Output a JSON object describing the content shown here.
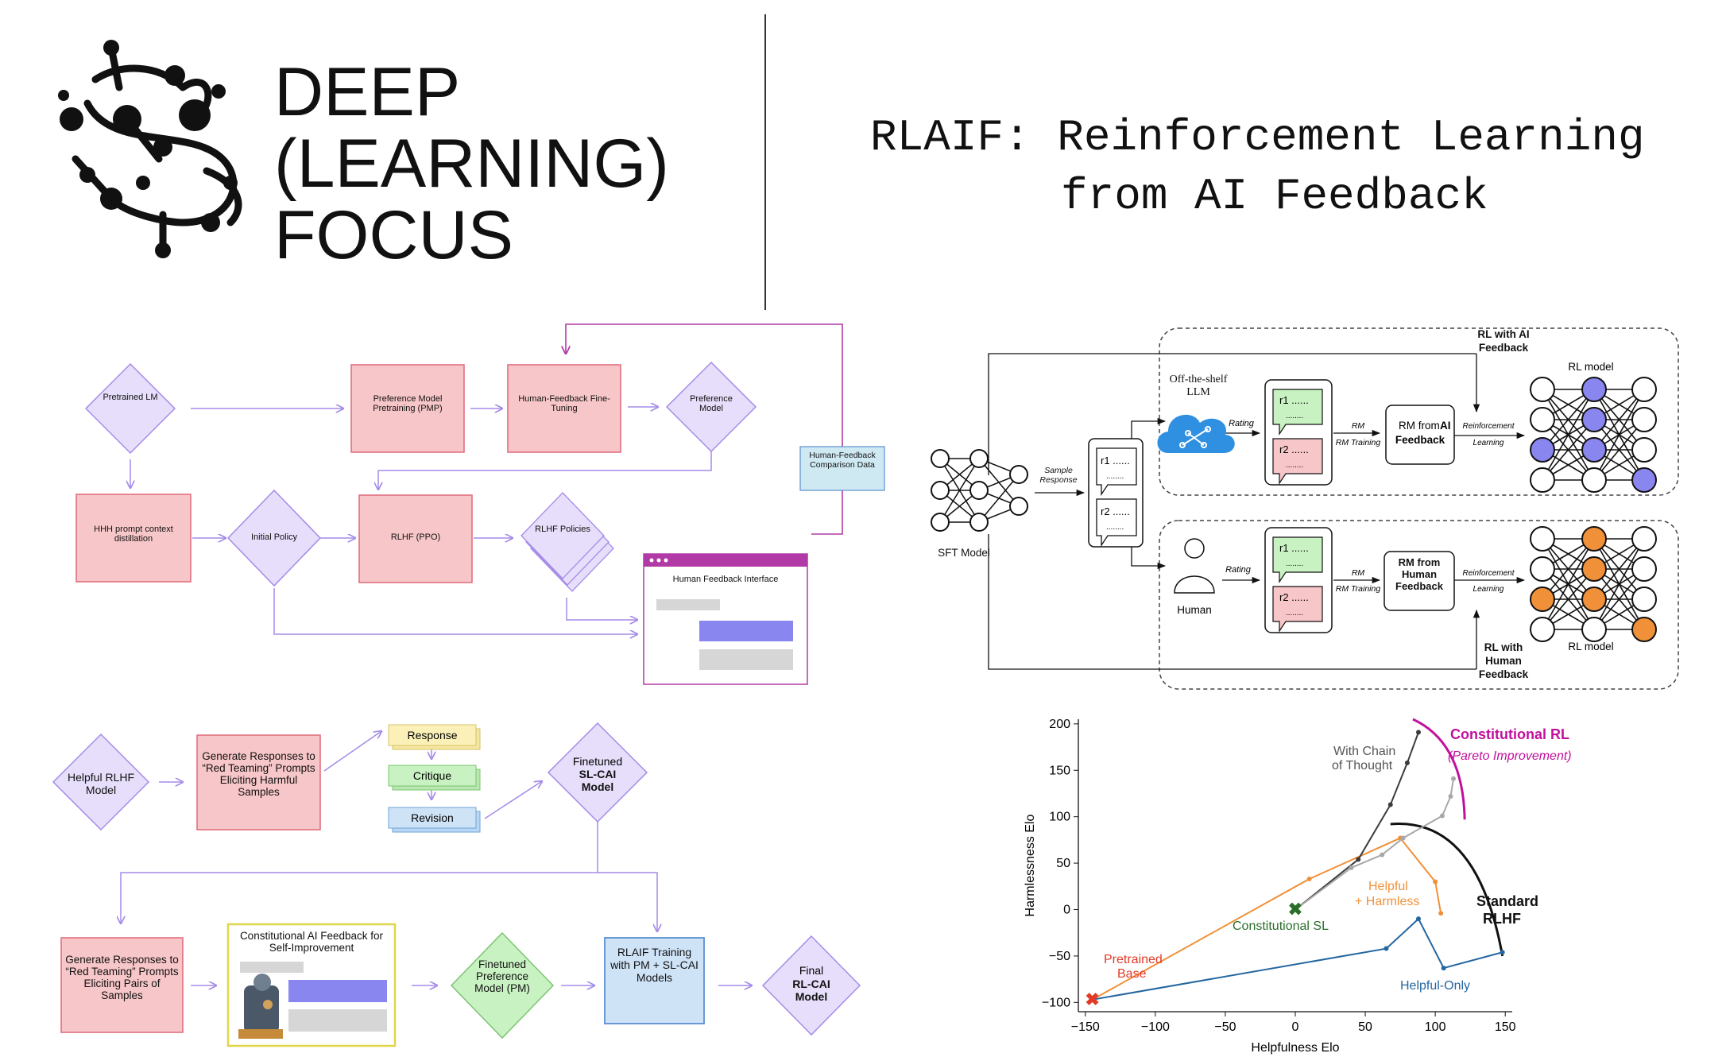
{
  "brand": {
    "line1": "DEEP",
    "line2": "(LEARNING)",
    "line3": "FOCUS"
  },
  "title": {
    "line1": "RLAIF: Reinforcement Learning",
    "line2": "from AI Feedback"
  },
  "rlhf_diagram": {
    "pretrained_lm": "Pretrained LM",
    "pmp": "Preference Model Pretraining (PMP)",
    "hf_finetuning": "Human-Feedback Fine-Tuning",
    "preference_model": "Preference Model",
    "comparison_data": "Human-Feedback Comparison Data",
    "hhh": "HHH prompt context distillation",
    "initial_policy": "Initial Policy",
    "rlhf_ppo": "RLHF (PPO)",
    "rlhf_policies": "RLHF Policies",
    "hf_interface": "Human Feedback Interface"
  },
  "cai_diagram": {
    "helpful_rlhf": "Helpful RLHF Model",
    "generate_red": "Generate Responses to “Red Teaming” Prompts Eliciting Harmful Samples",
    "response": "Response",
    "critique": "Critique",
    "revision": "Revision",
    "finetuned_sl": "Finetuned",
    "finetuned_sl_bold": "SL-CAI Model",
    "generate_pairs": "Generate Responses to “Red Teaming” Prompts Eliciting Pairs of Samples",
    "cai_feedback": "Constitutional AI Feedback for Self-Improvement",
    "finetuned_pm": "Finetuned Preference Model (PM)",
    "rlaif_training": "RLAIF Training with PM + SL-CAI Models",
    "final": "Final",
    "final_bold": "RL-CAI Model"
  },
  "rlaif_diagram": {
    "sft_model": "SFT Model",
    "sample_response": "Sample Response",
    "r1": "r1 ......",
    "r2": "r2 ......",
    "dots": "........",
    "off_shelf": "Off-the-shelf LLM",
    "human": "Human",
    "rating": "Rating",
    "rm_training": "RM Training",
    "rm_ai_a": "RM from",
    "rm_ai_b": "AI",
    "rm_ai_c": "Feedback",
    "rm_human": "RM from Human Feedback",
    "reinforcement": "Reinforcement",
    "learning": "Learning",
    "rl_ai": "RL with AI Feedback",
    "rl_human": "RL with Human Feedback",
    "rl_model": "RL model"
  },
  "colors": {
    "purple_fill": "#e6defa",
    "purple_stroke": "#a58be8",
    "red_fill": "#f7c6c8",
    "red_stroke": "#e0697a",
    "blue_fill": "#cfe3f7",
    "blue_stroke": "#5b8fd0",
    "yellow_fill": "#fbf1b8",
    "green_fill": "#c9f2c2",
    "magenta": "#c2109c",
    "orange": "#f0913a",
    "navy": "#2467a0",
    "gray": "#a8a8a8",
    "dark": "#3c3c3c",
    "node_purple": "#8a86f0"
  },
  "chart_data": {
    "type": "line",
    "xlabel": "Helpfulness Elo",
    "ylabel": "Harmlessness Elo",
    "xlim": [
      -155,
      155
    ],
    "ylim": [
      -110,
      205
    ],
    "xticks": [
      -150,
      -100,
      -50,
      0,
      50,
      100,
      150
    ],
    "yticks": [
      -100,
      -50,
      0,
      50,
      100,
      150,
      200
    ],
    "grid": false,
    "series": [
      {
        "name": "Helpful-Only",
        "color": "#2467a0",
        "points": [
          [
            -145,
            -97
          ],
          [
            65,
            -42
          ],
          [
            88,
            -10
          ],
          [
            106,
            -63
          ],
          [
            148,
            -46
          ]
        ]
      },
      {
        "name": "Helpful + Harmless",
        "color": "#f0913a",
        "points": [
          [
            -145,
            -97
          ],
          [
            10,
            33
          ],
          [
            75,
            77
          ],
          [
            100,
            30
          ],
          [
            104,
            -4
          ]
        ]
      },
      {
        "name": "With Chain of Thought",
        "color": "#3c3c3c",
        "points": [
          [
            0,
            0
          ],
          [
            45,
            54
          ],
          [
            68,
            113
          ],
          [
            80,
            158
          ],
          [
            88,
            191
          ]
        ]
      },
      {
        "name": "Constitutional SL / RL",
        "color": "#a8a8a8",
        "points": [
          [
            0,
            0
          ],
          [
            40,
            45
          ],
          [
            62,
            59
          ],
          [
            77,
            77
          ],
          [
            105,
            101
          ],
          [
            111,
            122
          ],
          [
            113,
            141
          ]
        ]
      }
    ],
    "markers": [
      {
        "label": "Pretrained Base",
        "x": -145,
        "y": -97,
        "color": "#e23a26"
      },
      {
        "label": "Constitutional SL",
        "x": 0,
        "y": 0,
        "color": "#2a6e2a"
      }
    ],
    "annotations": {
      "constitutional_rl": "Constitutional RL",
      "pareto": "(Pareto Improvement)",
      "with_cot": "With Chain of Thought",
      "standard_rlhf": "Standard RLHF",
      "helpful_harmless": "Helpful + Harmless",
      "helpful_only": "Helpful-Only",
      "constitutional_sl": "Constitutional SL",
      "pretrained_base": "Pretrained Base"
    }
  }
}
